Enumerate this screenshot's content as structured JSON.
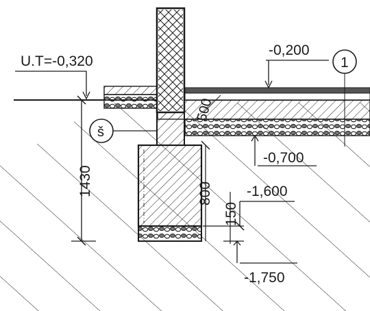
{
  "drawing": {
    "levels": {
      "terrain": "U.T=-0,320",
      "floor_top": "-0,200",
      "floor_bottom": "-0,700",
      "footing_top": "-1,600",
      "footing_bottom": "-1,750"
    },
    "dimensions": {
      "foundation_depth": "1430",
      "wall_height": "800",
      "footing_height": "150",
      "slab_thickness": "500"
    },
    "markers": {
      "detail_number": "1",
      "drain_symbol": "š"
    }
  }
}
